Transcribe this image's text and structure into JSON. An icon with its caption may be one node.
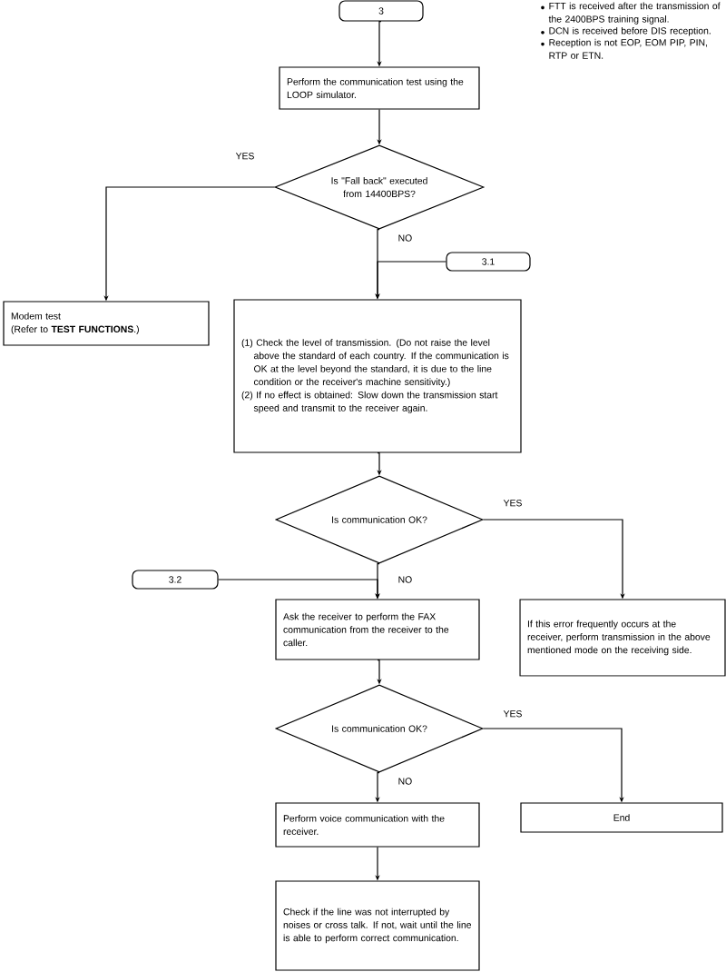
{
  "diagram": {
    "nodes": [
      {
        "text": [
          "3"
        ]
      },
      {
        "text": [
          "Perform the communication test using the LOOP simulator."
        ]
      },
      {
        "text": [
          "Is \"Fall back\" executed from 14400BPS?"
        ]
      },
      {
        "text": [
          "3.1"
        ]
      },
      {
        "text": [
          "Modem test",
          "(Refer to **TEST FUNCTIONS**.)"
        ]
      },
      {
        "text": [
          "(1) Check the level of transmission. (Do not raise the level above the standard of each country.  If the communication is OK at the level beyond the standard, it is due to the line condition or the receiver's machine sensitivity.)",
          "(2) If no effect is obtained: Slow down the transmission start speed and transmit to the receiver again."
        ]
      },
      {
        "text": [
          "Is communication OK?"
        ]
      },
      {
        "text": [
          "3.2"
        ]
      },
      {
        "text": [
          "Ask the receiver to perform the FAX communication from the receiver to the caller."
        ]
      },
      {
        "text": [
          "If this error frequently occurs at the receiver, perform transmission in the above mentioned mode on the receiving side."
        ]
      },
      {
        "text": [
          "Is communication OK?"
        ]
      },
      {
        "text": [
          "Perform voice communication with the receiver."
        ]
      },
      {
        "text": [
          "End"
        ]
      },
      {
        "text": [
          "Check if the line was not interrupted by noises or cross talk.  If not, wait until the line is able to perform correct communication."
        ]
      }
    ],
    "edges": [
      {
        "from": 0,
        "to": 1,
        "arrow": "to"
      },
      {
        "from": 1,
        "to": 2,
        "arrow": "to"
      },
      {
        "from": 2,
        "to": 4,
        "arrow": "to",
        "label": "YES"
      },
      {
        "from": 2,
        "to": 5,
        "arrow": "to",
        "label": "NO"
      },
      {
        "from": 3,
        "to": 5,
        "arrow": "to"
      },
      {
        "from": 5,
        "to": 6,
        "arrow": "to"
      },
      {
        "from": 6,
        "to": 9,
        "arrow": "to",
        "label": "YES"
      },
      {
        "from": 6,
        "to": 8,
        "arrow": "to",
        "label": "NO"
      },
      {
        "from": 7,
        "to": 8,
        "arrow": "to"
      },
      {
        "from": 8,
        "to": 10,
        "arrow": "to"
      },
      {
        "from": 10,
        "to": 12,
        "arrow": "to",
        "label": "YES"
      },
      {
        "from": 10,
        "to": 11,
        "arrow": "to",
        "label": "NO"
      },
      {
        "from": 11,
        "to": 13,
        "arrow": "to"
      }
    ],
    "labels": [
      "FTT is received after the transmission of the 2400BPS training signal.",
      "DCN is received before DIS reception.",
      "Reception is not EOP, EOM PIP, PIN, RTP or ETN."
    ]
  }
}
